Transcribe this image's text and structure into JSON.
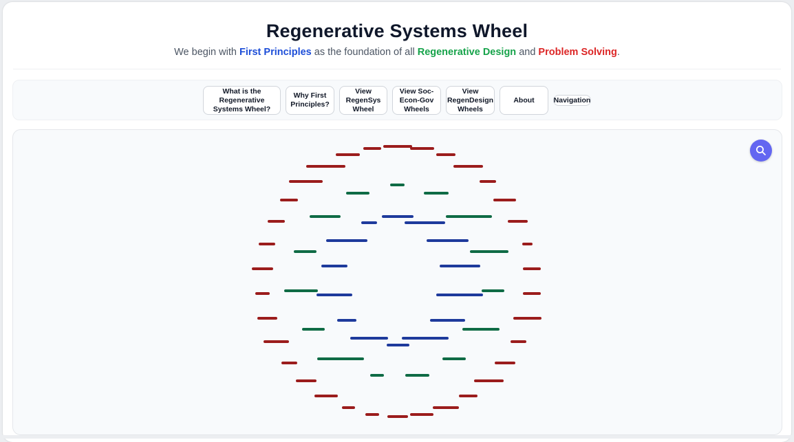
{
  "header": {
    "title": "Regenerative Systems Wheel",
    "subtitle": {
      "part1": "We begin with ",
      "first_principles": "First Principles",
      "part2": " as the foundation of all ",
      "regenerative_design": "Regenerative Design",
      "part3": " and ",
      "problem_solving": "Problem Solving",
      "part4": "."
    }
  },
  "nav": {
    "buttons": [
      "What is the\nRegenerative\nSystems Wheel?",
      "Why First\nPrinciples?",
      "View\nRegenSys\nWheel",
      "View Soc-\nEcon-Gov\nWheels",
      "View\nRegenDesign\nWheels",
      "About",
      "Navigation"
    ]
  },
  "icons": {
    "search": "search-icon"
  },
  "colors": {
    "outer_ring": "#9b1c1c",
    "middle_ring": "#0f6b45",
    "inner_ring": "#1e3a9c",
    "search_button": "#6366f1"
  }
}
